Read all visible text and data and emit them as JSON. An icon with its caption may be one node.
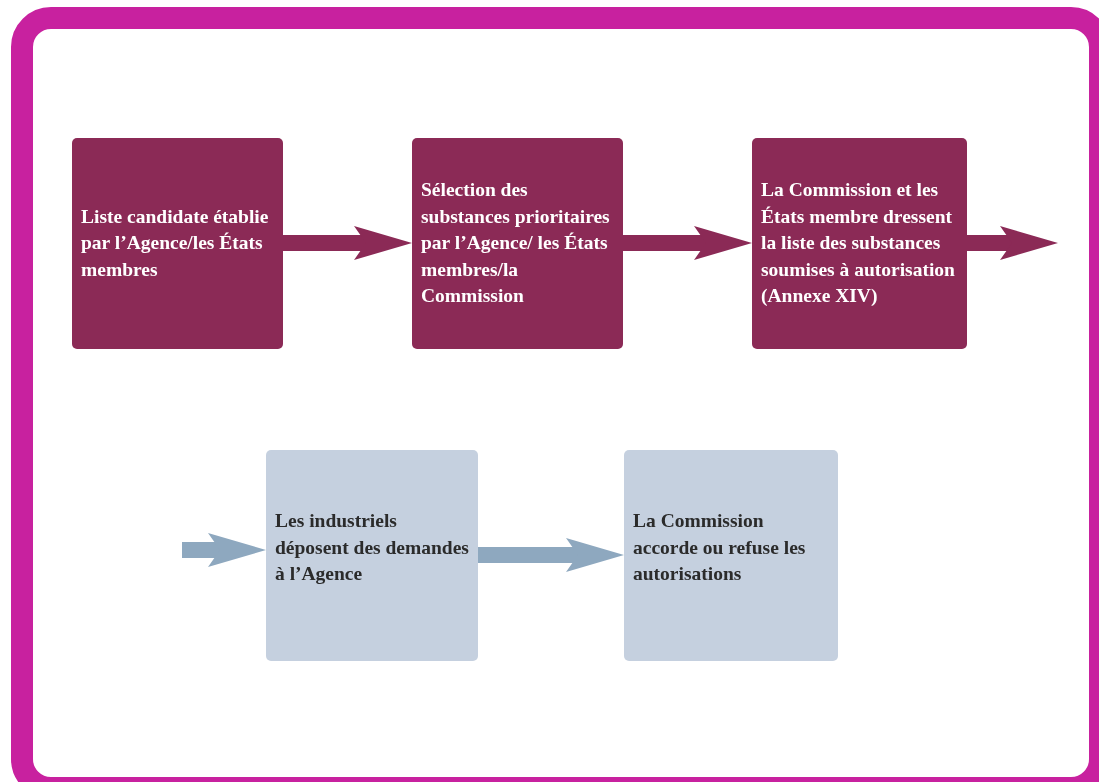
{
  "diagram": {
    "nodes": [
      {
        "text": [
          "Liste candidate établie par l’Agence/les États membres"
        ]
      },
      {
        "text": [
          "Sélection des substances prioritaires par l’Agence/ les États membres/la Commission"
        ]
      },
      {
        "text": [
          "La Commission et les États membre dressent la liste des substances soumises à autorisation (Annexe XIV)"
        ]
      },
      {
        "text": [
          "Les industriels déposent des demandes à l’Agence"
        ]
      },
      {
        "text": [
          "La Commission accorde ou refuse les autorisations"
        ]
      }
    ],
    "edges": [
      {
        "from": 0,
        "to": 1,
        "arrow": "to"
      },
      {
        "from": 1,
        "to": 2,
        "arrow": "to"
      },
      {
        "from": 2,
        "to": null,
        "arrow": "to"
      },
      {
        "from": null,
        "to": 3,
        "arrow": "to",
        "color": "#8ea8bf"
      },
      {
        "from": 3,
        "to": 4,
        "arrow": "to",
        "color": "#8ea8bf"
      }
    ]
  }
}
